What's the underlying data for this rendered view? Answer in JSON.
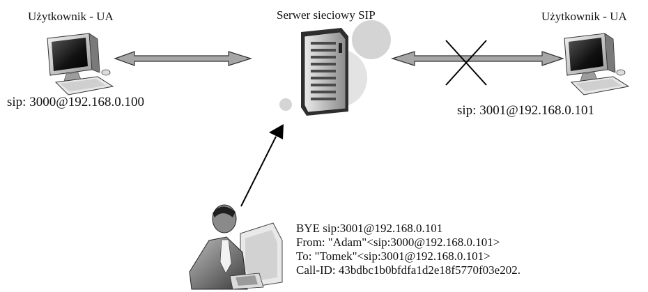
{
  "left_user": {
    "title": "Użytkownik - UA",
    "address": "sip: 3000@192.168.0.100"
  },
  "server": {
    "title": "Serwer sieciowy SIP"
  },
  "right_user": {
    "title": "Użytkownik - UA",
    "address": "sip: 3001@192.168.0.101"
  },
  "message": {
    "lines": [
      "BYE sip:3001@192.168.0.101",
      "From: \"Adam\"<sip:3000@192.168.0.101>",
      "To: \"Tomek\"<sip:3001@192.168.0.101>",
      "Call-ID: 43bdbc1b0bfdfa1d2e18f5770f03e202."
    ]
  },
  "colors": {
    "arrow_fill": "#a6a6a6",
    "arrow_stroke": "#333333",
    "bubble": "#d9d9d9",
    "monitor_screen": "#1a1a1a"
  },
  "icons": [
    "computer-icon",
    "server-rack-icon",
    "attacker-person-icon",
    "cross-mark-icon"
  ]
}
